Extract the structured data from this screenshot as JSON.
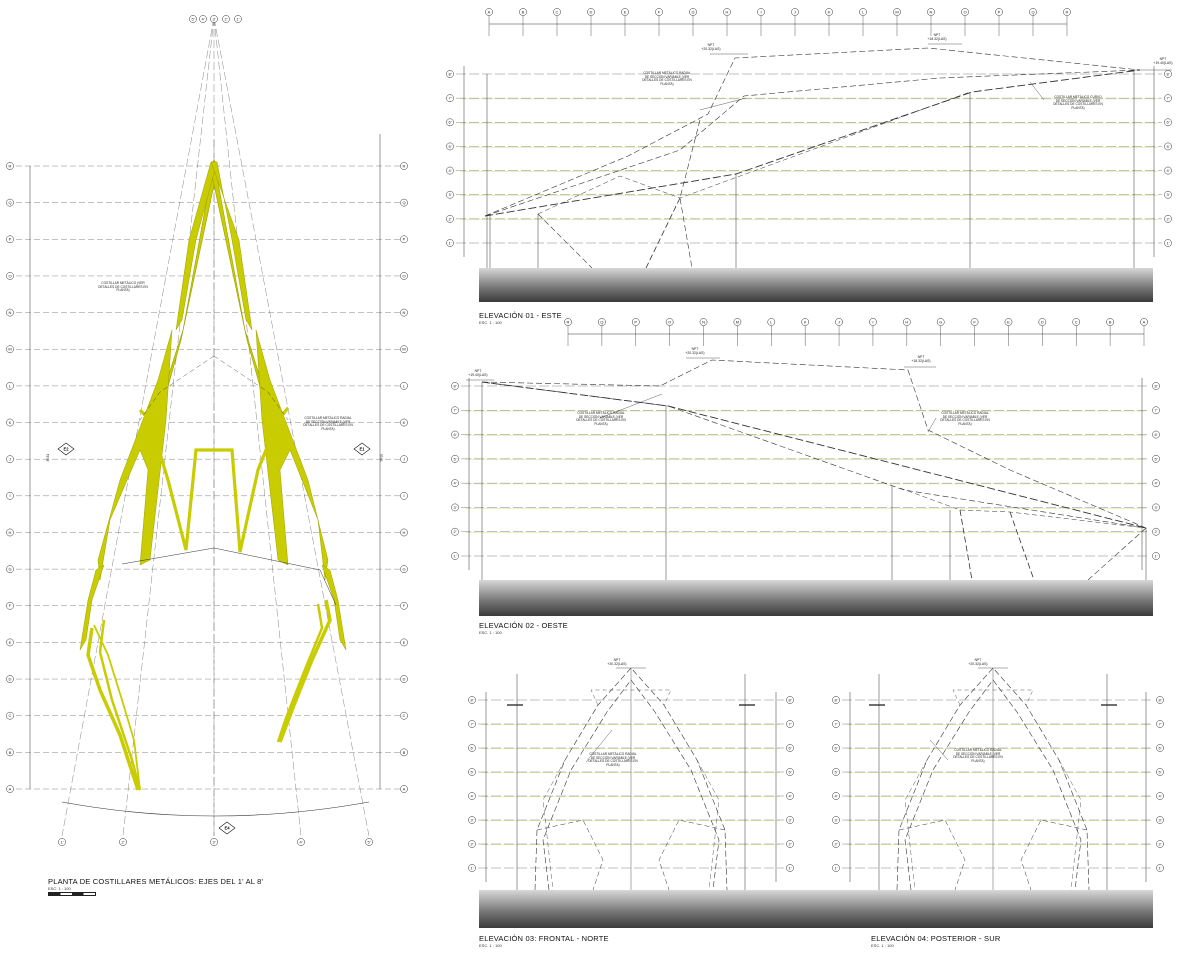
{
  "drawings": {
    "plan": {
      "title": "PLANTA DE COSTILLARES METÁLICOS: EJES DEL 1' AL 8'",
      "scale": "ESC. 1 : 100",
      "note_left": "COSTILLAR METÁLICO (VER\nDETALLES DE COSTILLARES EN\nPLANTA)",
      "note_right": "COSTILLAR METÁLICO RADIAL\nDE SECCIÓN VARIABLE (VER\nDETALLES DE COSTILLARES EN\nPLANTA)",
      "section_marks": [
        "E2",
        "E1",
        "E4"
      ],
      "dimension_total": "35.61",
      "top_axes": [
        "5'",
        "4'",
        "3'",
        "2'",
        "1'"
      ],
      "row_axes": [
        "R",
        "Q",
        "P",
        "O",
        "N",
        "M",
        "L",
        "K",
        "J",
        "I",
        "H",
        "G",
        "F",
        "E",
        "D",
        "C",
        "B",
        "A"
      ],
      "bottom_axes": [
        "1'",
        "2'",
        "3'",
        "4'",
        "5'"
      ]
    },
    "elev1": {
      "title": "ELEVACIÓN 01 - ESTE",
      "scale": "ESC. 1 : 100",
      "top_axes": [
        "A",
        "B",
        "C",
        "D",
        "E",
        "F",
        "G",
        "H",
        "I",
        "J",
        "K",
        "L",
        "M",
        "N",
        "O",
        "P",
        "Q",
        "R"
      ],
      "level_axes": [
        "8'",
        "7'",
        "6'",
        "5'",
        "4'",
        "3'",
        "2'",
        "1'"
      ],
      "nivel_a": "NPT\n+20.32(LAS)",
      "nivel_b": "NPT\n+18.32(LAS)",
      "nivel_c": "NPT\n+19.40(LAS)",
      "note_a": "COSTILLAR METÁLICO RADIAL\nDE SECCIÓN VARIABLE (VER\nDETALLES DE COSTILLARES EN\nPLANTA)",
      "note_b": "COSTILLAR METÁLICO CURVO\nDE SECCIÓN VARIABLE (VER\nDETALLES DE COSTILLARES EN\nPLANTA)"
    },
    "elev2": {
      "title": "ELEVACIÓN 02 - OESTE",
      "scale": "ESC. 1 : 100",
      "top_axes": [
        "R",
        "Q",
        "P",
        "O",
        "N",
        "M",
        "L",
        "K",
        "J",
        "I",
        "H",
        "G",
        "F",
        "E",
        "D",
        "C",
        "B",
        "A"
      ],
      "level_axes": [
        "8'",
        "7'",
        "6'",
        "5'",
        "4'",
        "3'",
        "2'",
        "1'"
      ],
      "nivel_a": "NPT\n+19.40(LAS)",
      "nivel_b": "NPT\n+20.32(LAS)",
      "nivel_c": "NPT\n+18.32(LAS)",
      "note_a": "COSTILLAR METÁLICO RADIAL\nDE SECCIÓN VARIABLE (VER\nDETALLES DE COSTILLARES EN\nPLANTA)",
      "note_b": "COSTILLAR METÁLICO RADIAL\nDE SECCIÓN VARIABLE (VER\nDETALLES DE COSTILLARES EN\nPLANTA)"
    },
    "elev3": {
      "title": "ELEVACIÓN 03: FRONTAL - NORTE",
      "scale": "ESC. 1 : 100",
      "level_axes": [
        "8'",
        "7'",
        "6'",
        "5'",
        "4'",
        "3'",
        "2'",
        "1'"
      ],
      "nivel": "NPT\n+20.32(LAS)",
      "note": "COSTILLAR METÁLICO RADIAL\nDE SECCIÓN VARIABLE (VER\nDETALLES DE COSTILLARES EN\nPLANTA)"
    },
    "elev4": {
      "title": "ELEVACIÓN 04: POSTERIOR - SUR",
      "scale": "ESC. 1 : 100",
      "level_axes": [
        "8'",
        "7'",
        "6'",
        "5'",
        "4'",
        "3'",
        "2'",
        "1'"
      ],
      "nivel": "NPT\n+20.32(LAS)",
      "note": "COSTILLAR METÁLICO RADIAL\nDE SECCIÓN VARIABLE (VER\nDETALLES DE COSTILLARES EN\nPLANTA)"
    }
  },
  "colors": {
    "rib_fill": "#c8cc00",
    "rib_stroke": "#9fa200",
    "line": "#333333",
    "axis": "#666666",
    "paper": "#ffffff"
  }
}
